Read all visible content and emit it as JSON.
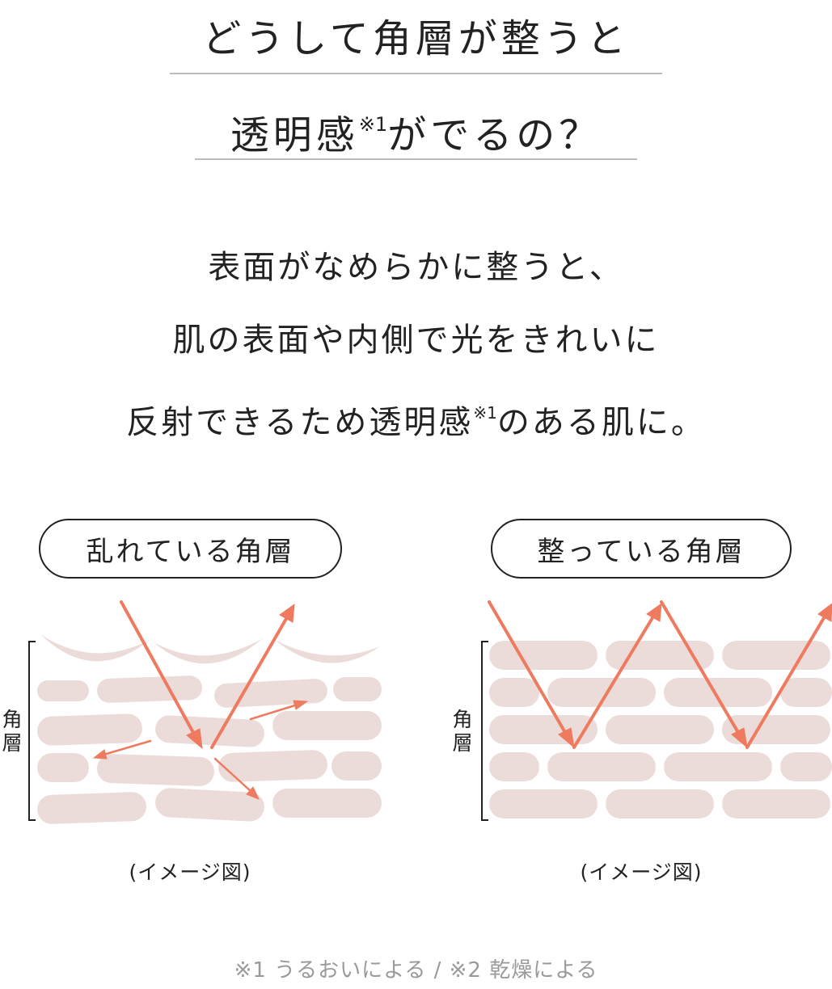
{
  "heading": {
    "line1": "どうして角層が整うと",
    "line2_main": "透明感",
    "line2_note": "※1",
    "line2_rest": "がでるの？"
  },
  "body": {
    "line1": "表面がなめらかに整うと、",
    "line2": "肌の表面や内側で光をきれいに",
    "line3_a": "反射できるため透明感",
    "line3_note": "※1",
    "line3_b": "のある肌に。"
  },
  "diagrams": {
    "left_label": "乱れている角層",
    "right_label": "整っている角層",
    "layer_label": "角層",
    "caption": "(イメージ図)"
  },
  "colors": {
    "cell": "#ecdcd9",
    "arrow": "#ee7a5f",
    "underline": "#bcbcbc",
    "footnote": "#9a9a9a"
  },
  "footnote": "※1 うるおいによる / ※2 乾燥による"
}
